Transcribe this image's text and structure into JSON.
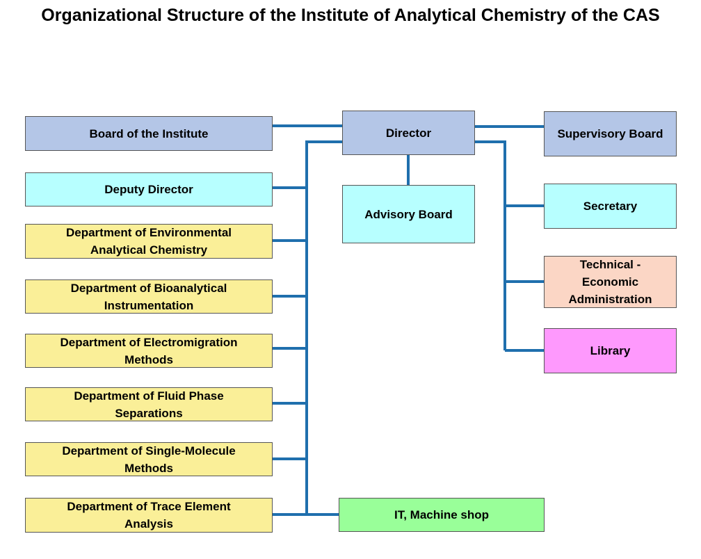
{
  "title": "Organizational Structure of the Institute of Analytical Chemistry of the CAS",
  "colors": {
    "connector": "#1f6fad",
    "box_border": "#555555",
    "blue": "#b4c6e7",
    "cyan": "#b7ffff",
    "yellow": "#faef98",
    "peach": "#fbd6c5",
    "pink": "#fe99fd",
    "green": "#99ff99"
  },
  "nodes": {
    "director": "Director",
    "board": "Board of the Institute",
    "supervisory": "Supervisory Board",
    "deputy": "Deputy Director",
    "advisory": "Advisory Board",
    "secretary": "Secretary",
    "technical": "Technical - Economic Administration",
    "library": "Library",
    "dept_env": "Department of Environmental Analytical Chemistry",
    "dept_bio": "Department of Bioanalytical Instrumentation",
    "dept_electro": "Department of Electromigration Methods",
    "dept_fluid": "Department of Fluid Phase Separations",
    "dept_single": "Department of Single-Molecule Methods",
    "dept_trace": "Department of Trace Element Analysis",
    "it": "IT, Machine shop"
  }
}
